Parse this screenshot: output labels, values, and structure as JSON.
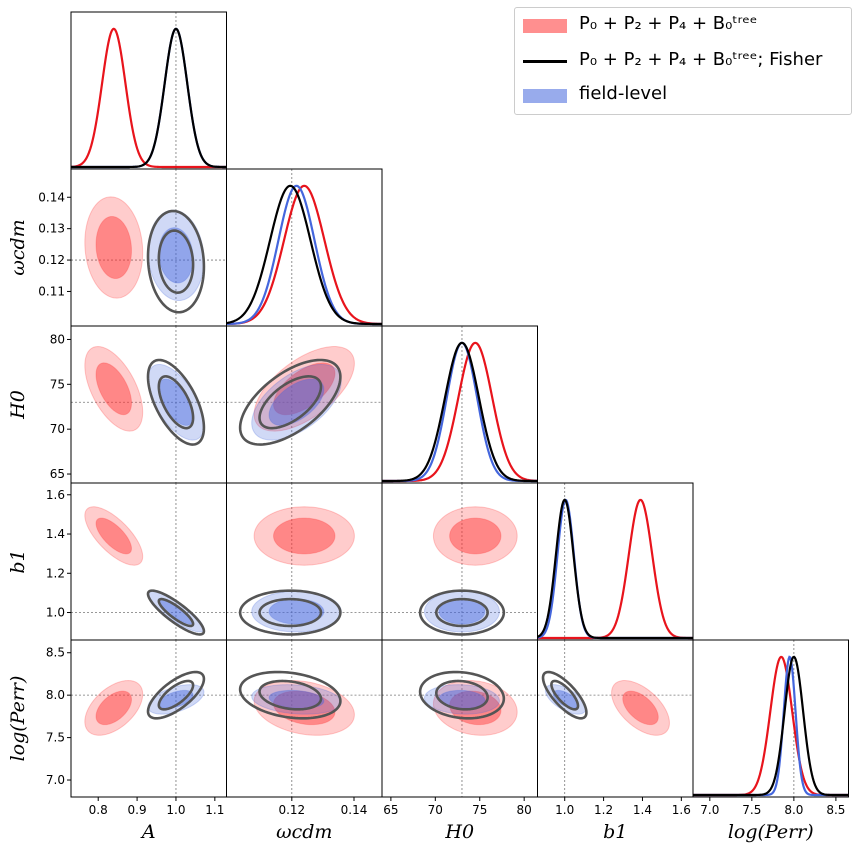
{
  "chart_data": {
    "type": "corner",
    "parameters": [
      {
        "key": "A",
        "label": "A",
        "truth": 1.0,
        "range": [
          0.73,
          1.13
        ],
        "ticks": [
          "0.8",
          "0.9",
          "1.0",
          "1.1"
        ],
        "tick_values": [
          0.8,
          0.9,
          1.0,
          1.1
        ]
      },
      {
        "key": "omega_cdm",
        "label": "ωcdm",
        "truth": 0.12,
        "range": [
          0.099,
          0.149
        ],
        "ticks": [
          "0.11",
          "0.12",
          "0.13",
          "0.14"
        ],
        "tick_values": [
          0.11,
          0.12,
          0.13,
          0.14
        ],
        "xticks": [
          "0.12",
          "0.14"
        ],
        "xtick_values": [
          0.12,
          0.14
        ]
      },
      {
        "key": "H0",
        "label": "H0",
        "truth": 73.0,
        "range": [
          64,
          81.5
        ],
        "ticks": [
          "65",
          "70",
          "75",
          "80"
        ],
        "tick_values": [
          65,
          70,
          75,
          80
        ]
      },
      {
        "key": "b1",
        "label": "b1",
        "truth": 1.0,
        "range": [
          0.86,
          1.66
        ],
        "ticks": [
          "1.0",
          "1.2",
          "1.4",
          "1.6"
        ],
        "tick_values": [
          1.0,
          1.2,
          1.4,
          1.6
        ]
      },
      {
        "key": "logPerr",
        "label": "log(Perr)",
        "truth": 8.0,
        "range": [
          6.8,
          8.65
        ],
        "ticks": [
          "7.0",
          "7.5",
          "8.0",
          "8.5"
        ],
        "tick_values": [
          7.0,
          7.5,
          8.0,
          8.5
        ]
      }
    ],
    "series": [
      {
        "name": "P0 + P2 + P4 + B0tree",
        "style": "filled",
        "color": "#ff3333",
        "mean": [
          0.84,
          0.124,
          74.5,
          1.39,
          7.85
        ],
        "sigma": [
          0.03,
          0.0065,
          1.9,
          0.06,
          0.13
        ],
        "corr": {
          "0-1": -0.1,
          "0-2": -0.55,
          "1-2": 0.6,
          "0-3": -0.7,
          "1-3": 0.0,
          "2-3": 0.0,
          "0-4": 0.5,
          "1-4": -0.25,
          "2-4": -0.15,
          "3-4": -0.55
        }
      },
      {
        "name": "P0 + P2 + P4 + B0tree; Fisher",
        "style": "line",
        "color": "#000000",
        "mean": [
          1.0,
          0.1195,
          73.0,
          1.0,
          8.0
        ],
        "sigma": [
          0.029,
          0.0065,
          1.9,
          0.045,
          0.11
        ],
        "corr": {
          "0-1": -0.1,
          "0-2": -0.6,
          "1-2": 0.6,
          "0-3": -0.85,
          "1-3": 0.0,
          "2-3": 0.0,
          "0-4": 0.7,
          "1-4": -0.25,
          "2-4": -0.15,
          "3-4": -0.75
        }
      },
      {
        "name": "field-level",
        "style": "filled",
        "color": "#4466dd",
        "mean": [
          1.0,
          0.1215,
          73.0,
          1.005,
          7.95
        ],
        "sigma": [
          0.029,
          0.0058,
          1.7,
          0.042,
          0.07
        ],
        "corr": {
          "0-1": -0.1,
          "0-2": -0.6,
          "1-2": 0.55,
          "0-3": -0.85,
          "1-3": 0.0,
          "2-3": 0.0,
          "0-4": 0.5,
          "1-4": -0.2,
          "2-4": -0.1,
          "3-4": -0.6
        }
      }
    ],
    "legend": {
      "position": "top-right",
      "entries": [
        {
          "text": "P₀ + P₂ + P₄ + B₀ᵗʳᵉᵉ"
        },
        {
          "text": "P₀ + P₂ + P₄ + B₀ᵗʳᵉᵉ; Fisher"
        },
        {
          "text": "field-level"
        }
      ]
    },
    "axis_labels": {
      "x": [
        "A",
        "ωcdm",
        "H0",
        "b1",
        "log(Perr)"
      ],
      "y": [
        "ωcdm",
        "H0",
        "b1",
        "log(Perr)"
      ]
    },
    "truth_lines": true
  }
}
